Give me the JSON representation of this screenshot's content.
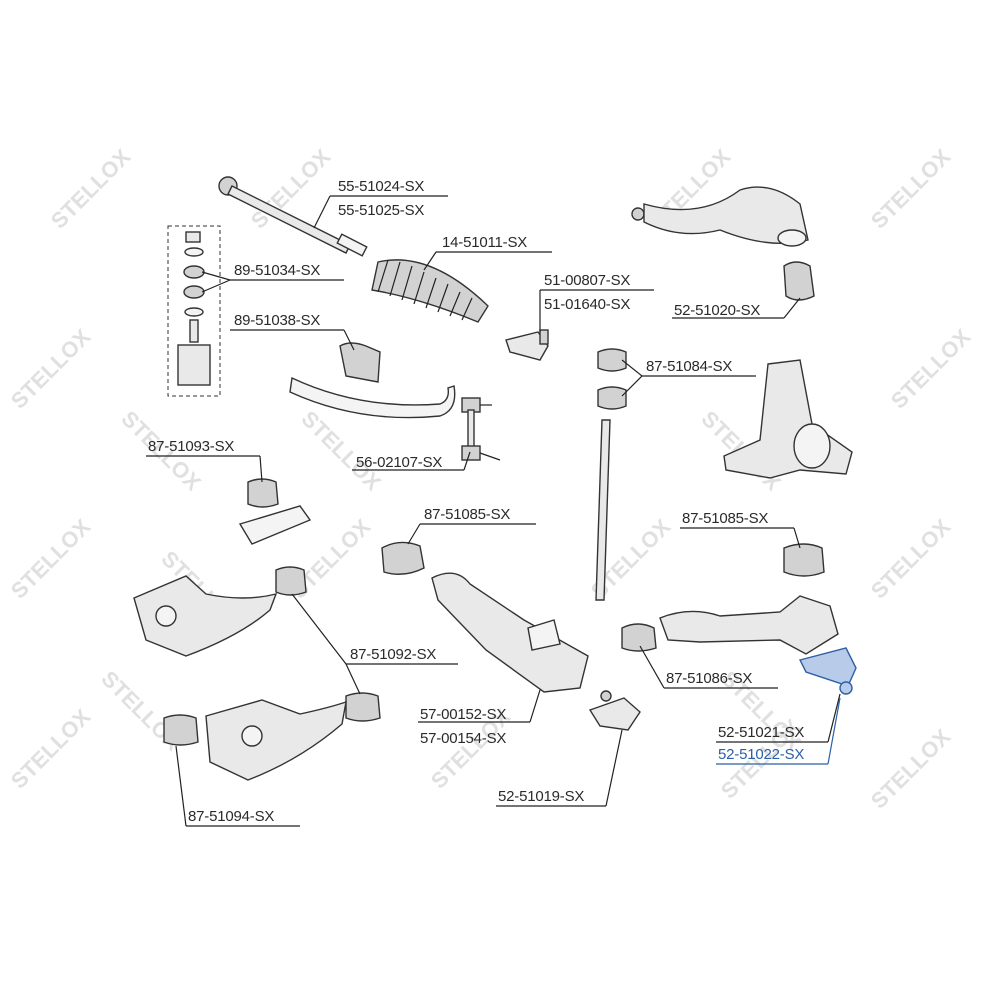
{
  "watermark": {
    "text": "STELLOX",
    "color": "#d9d9d9"
  },
  "labels": {
    "l55_51024": "55-51024-SX",
    "l55_51025": "55-51025-SX",
    "l14_51011": "14-51011-SX",
    "l89_51034": "89-51034-SX",
    "l51_00807": "51-00807-SX",
    "l51_01640": "51-01640-SX",
    "l52_51020": "52-51020-SX",
    "l89_51038": "89-51038-SX",
    "l87_51084": "87-51084-SX",
    "l56_02107": "56-02107-SX",
    "l87_51093": "87-51093-SX",
    "l87_51085a": "87-51085-SX",
    "l87_51085b": "87-51085-SX",
    "l87_51092": "87-51092-SX",
    "l87_51086": "87-51086-SX",
    "l57_00152": "57-00152-SX",
    "l57_00154": "57-00154-SX",
    "l52_51021": "52-51021-SX",
    "l52_51022": "52-51022-SX",
    "l52_51019": "52-51019-SX",
    "l87_51094": "87-51094-SX"
  },
  "highlight_color": "#2b5fa8"
}
